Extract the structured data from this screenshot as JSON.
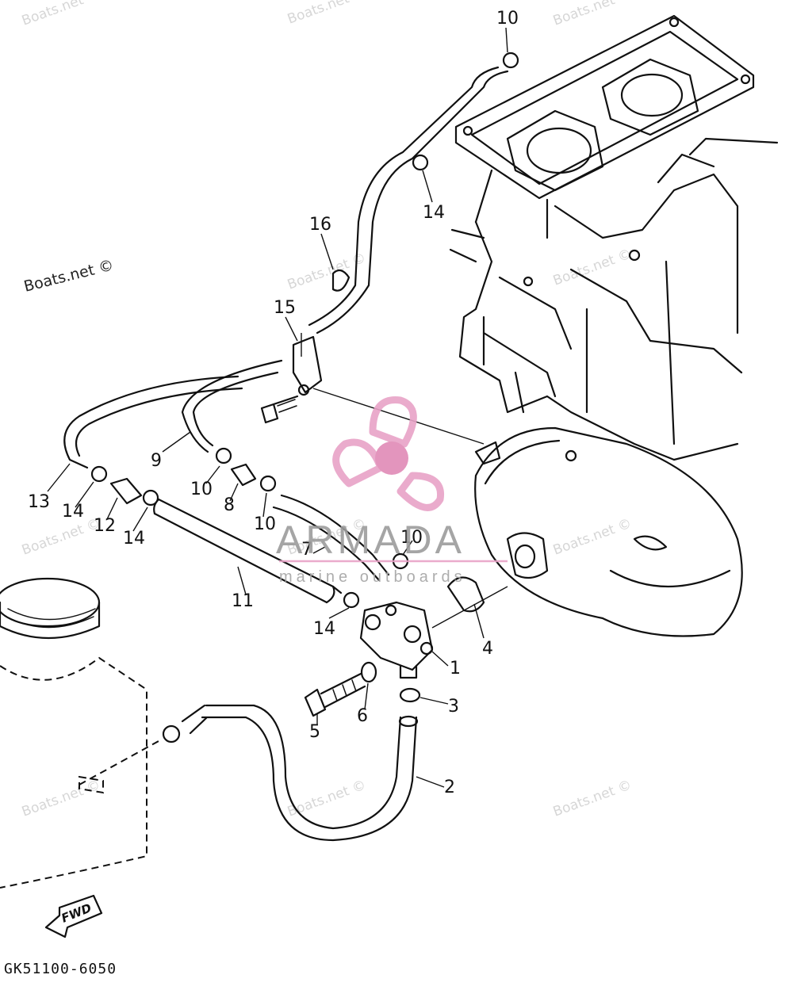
{
  "diagram": {
    "part_code": "GK51100-6050",
    "fwd_label": "FWD",
    "callouts": [
      "10",
      "14",
      "16",
      "15",
      "9",
      "13",
      "14",
      "12",
      "14",
      "10",
      "8",
      "10",
      "7",
      "11",
      "10",
      "14",
      "4",
      "1",
      "3",
      "6",
      "5",
      "2"
    ],
    "watermarks": [
      "Boats.net ©",
      "Boats.net ©",
      "Boats.net ©",
      "Boats.net ©",
      "Boats.net ©",
      "Boats.net ©",
      "Boats.net ©",
      "Boats.net ©",
      "Boats.net ©",
      "Boats.net ©",
      "Boats.net ©",
      "Boats.net ©"
    ],
    "brand": {
      "name": "ARMADA",
      "tagline": "marine outboards",
      "logo_color": "#e8a3c7",
      "logo_center_color": "#e08ab6"
    }
  }
}
